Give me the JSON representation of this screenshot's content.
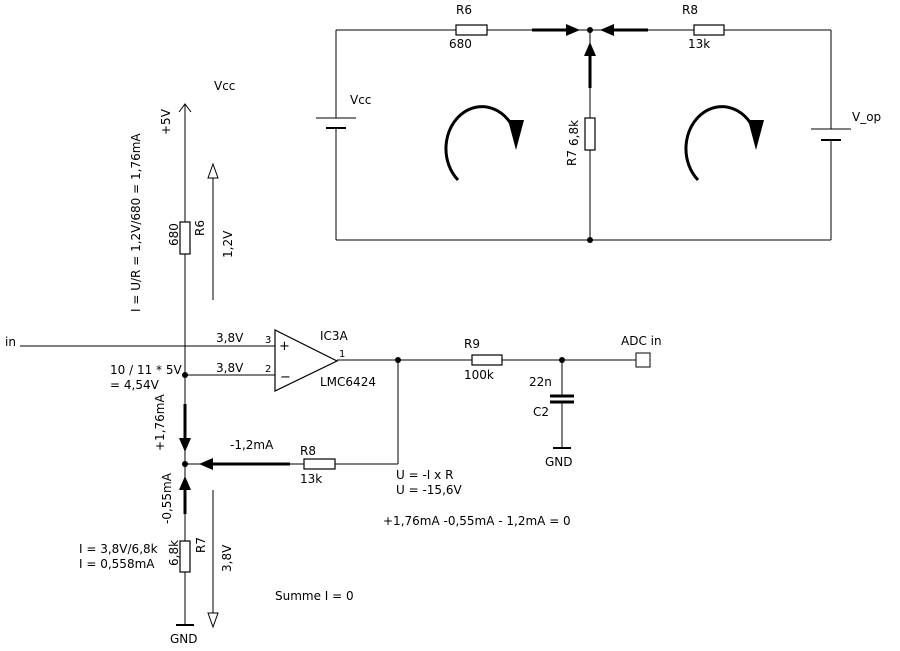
{
  "top": {
    "r6_name": "R6",
    "r6_value": "680",
    "r8_name": "R8",
    "r8_value": "13k",
    "r7_name": "R7",
    "r7_value": "6,8k",
    "vcc_label": "Vcc",
    "vop_label": "V_op"
  },
  "main": {
    "vcc": "Vcc",
    "plus5v": "+5V",
    "r6_name": "R6",
    "r6_value": "680",
    "r6_voltage": "1,2V",
    "current_formula": "I = U/R = 1,2V/680 = 1,76mA",
    "in_label": "in",
    "pin3_voltage": "3,8V",
    "pin2_voltage": "3,8V",
    "pin3": "3",
    "pin2": "2",
    "pin1": "1",
    "div_line1": "10 / 11 * 5V",
    "div_line2": "= 4,54V",
    "opamp_name": "IC3A",
    "opamp_part": "LMC6424",
    "r9_name": "R9",
    "r9_value": "100k",
    "adc_label": "ADC in",
    "c2_value": "22n",
    "c2_name": "C2",
    "gnd_c": "GND",
    "i_r6": "+1,76mA",
    "i_r8": "-1,2mA",
    "r8_name": "R8",
    "r8_value": "13k",
    "u_line1": "U = -I x R",
    "u_line2": "U = -15,6V",
    "sum_eq": "+1,76mA -0,55mA - 1,2mA = 0",
    "i_r7": "-0,55mA",
    "r7_name": "R7",
    "r7_value": "6,8k",
    "r7_voltage": "3,8V",
    "i7_line1": "I = 3,8V/6,8k",
    "i7_line2": "I = 0,558mA",
    "gnd_bottom": "GND",
    "summe": "Summe I = 0"
  }
}
